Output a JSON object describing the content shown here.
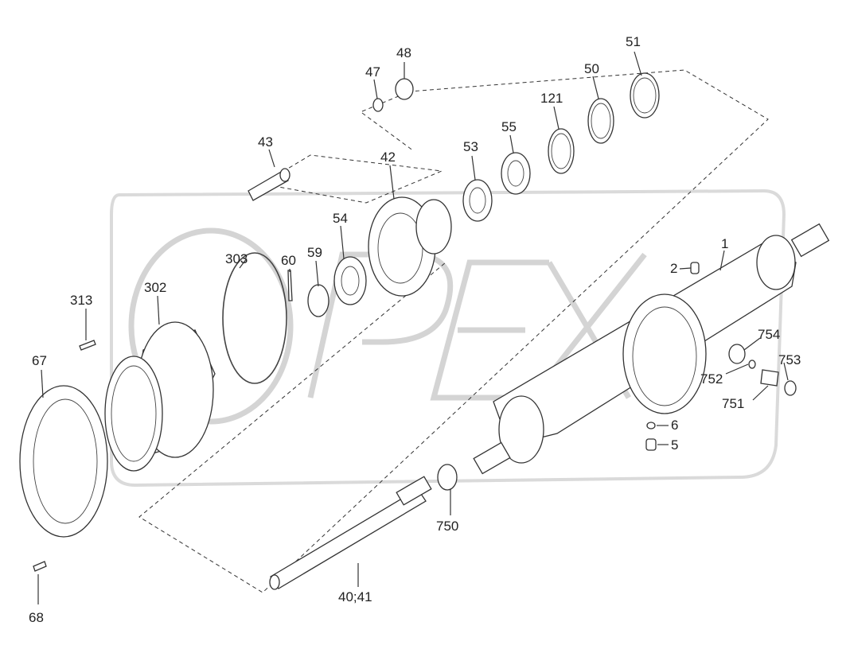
{
  "watermark": {
    "text": "OPEX",
    "color": "#d6d6d6"
  },
  "labels": [
    {
      "id": "51",
      "text": "51"
    },
    {
      "id": "50",
      "text": "50"
    },
    {
      "id": "121",
      "text": "121"
    },
    {
      "id": "55",
      "text": "55"
    },
    {
      "id": "53",
      "text": "53"
    },
    {
      "id": "48",
      "text": "48"
    },
    {
      "id": "47",
      "text": "47"
    },
    {
      "id": "43",
      "text": "43"
    },
    {
      "id": "42",
      "text": "42"
    },
    {
      "id": "54",
      "text": "54"
    },
    {
      "id": "59",
      "text": "59"
    },
    {
      "id": "60",
      "text": "60"
    },
    {
      "id": "303",
      "text": "303"
    },
    {
      "id": "302",
      "text": "302"
    },
    {
      "id": "313",
      "text": "313"
    },
    {
      "id": "67",
      "text": "67"
    },
    {
      "id": "68",
      "text": "68"
    },
    {
      "id": "2",
      "text": "2"
    },
    {
      "id": "1",
      "text": "1"
    },
    {
      "id": "754",
      "text": "754"
    },
    {
      "id": "753",
      "text": "753"
    },
    {
      "id": "752",
      "text": "752"
    },
    {
      "id": "751",
      "text": "751"
    },
    {
      "id": "6",
      "text": "6"
    },
    {
      "id": "5",
      "text": "5"
    },
    {
      "id": "750",
      "text": "750"
    },
    {
      "id": "40_41",
      "text": "40;41"
    }
  ]
}
